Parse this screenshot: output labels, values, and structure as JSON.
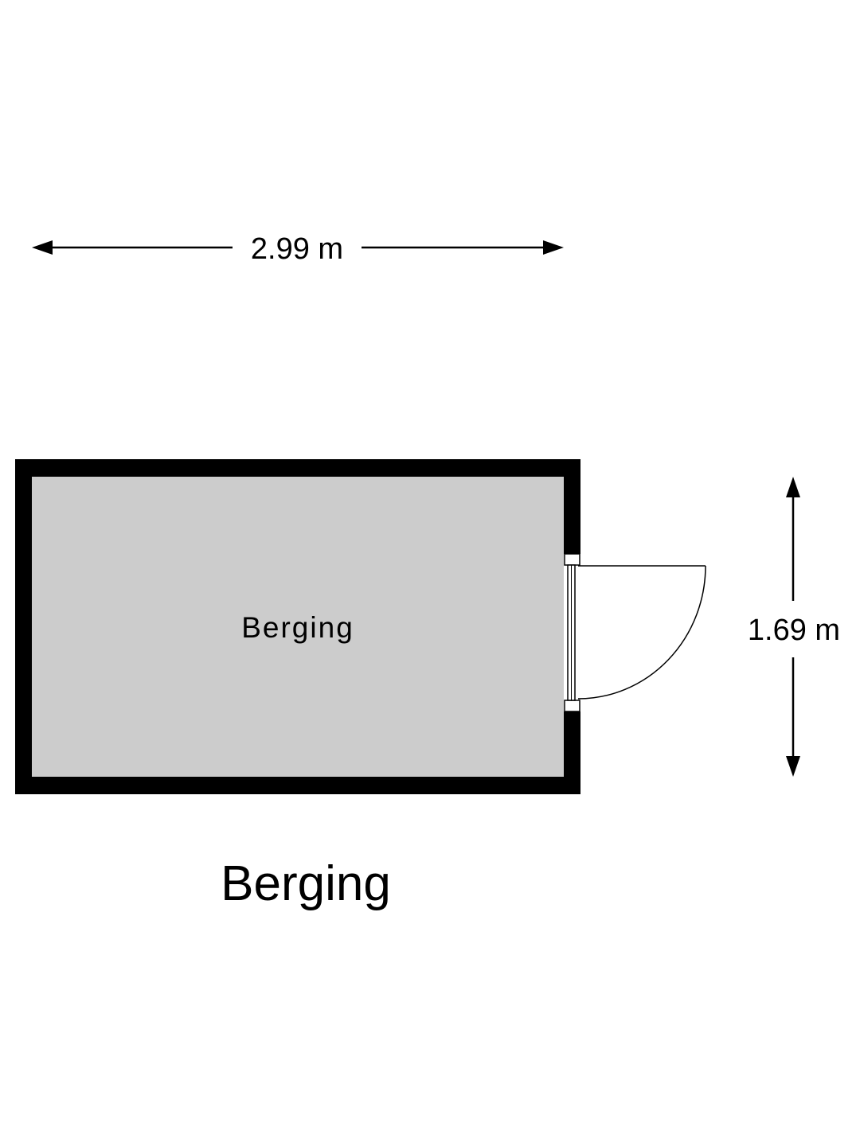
{
  "plan": {
    "title": "Berging",
    "room_label": "Berging",
    "width_dimension": "2.99 m",
    "depth_dimension": "1.69 m"
  },
  "colors": {
    "wall": "#000000",
    "floor": "#cccccc",
    "background": "#ffffff"
  }
}
